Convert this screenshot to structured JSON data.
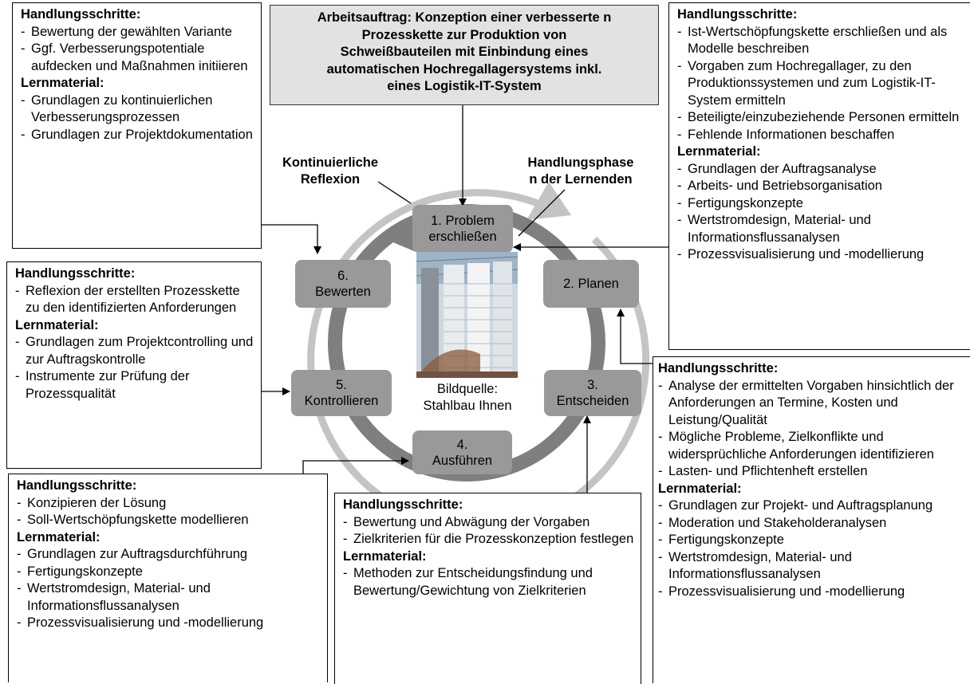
{
  "task": {
    "lines": [
      "Arbeitsauftrag: Konzeption einer verbesserte n",
      "Prozesskette zur Produktion von",
      "Schweißbauteilen mit Einbindung eines",
      "automatischen  Hochregallagersystems inkl.",
      "eines Logistik-IT-System"
    ]
  },
  "labels": {
    "reflexion": [
      "Kontinuierliche",
      "Reflexion"
    ],
    "handlungsphasen": [
      "Handlungsphase",
      "n der Lernenden"
    ]
  },
  "phases": [
    {
      "num": "1. Problem",
      "name": "erschließen"
    },
    {
      "num": "2. Planen",
      "name": ""
    },
    {
      "num": "3.",
      "name": "Entscheiden"
    },
    {
      "num": "4.",
      "name": "Ausführen"
    },
    {
      "num": "5.",
      "name": "Kontrollieren"
    },
    {
      "num": "6.",
      "name": "Bewerten"
    }
  ],
  "photo_caption": [
    "Bildquelle:",
    "Stahlbau Ihnen"
  ],
  "colors": {
    "phase_fill": "#999999",
    "ring": "#bfbfbf",
    "ring_dark": "#7f7f7f",
    "task_fill": "#e2e2e2"
  },
  "boxes": {
    "top_left": {
      "h1": "Handlungsschritte:",
      "steps": [
        "Bewertung der gewählten Variante",
        "Ggf. Verbesserungspotentiale aufdecken und Maßnahmen initiieren"
      ],
      "h2": "Lernmaterial:",
      "materials": [
        "Grundlagen zu kontinuierlichen Verbesserungsprozessen",
        "Grundlagen zur Projektdokumentation"
      ]
    },
    "mid_left": {
      "h1": "Handlungsschritte:",
      "steps": [
        "Reflexion der erstellten Prozesskette zu den identifizierten Anforderungen"
      ],
      "h2": "Lernmaterial:",
      "materials": [
        "Grundlagen zum Projektcontrolling und zur Auftragskontrolle",
        "Instrumente zur Prüfung der Prozessqualität"
      ]
    },
    "bottom_left": {
      "h1": "Handlungsschritte:",
      "steps": [
        "Konzipieren der Lösung",
        "Soll-Wertschöpfungskette modellieren"
      ],
      "h2": "Lernmaterial:",
      "materials": [
        "Grundlagen zur Auftragsdurchführung",
        "Fertigungskonzepte",
        "Wertstromdesign, Material- und Informationsflussanalysen",
        "Prozessvisualisierung und -modellierung"
      ]
    },
    "bottom_mid": {
      "h1": "Handlungsschritte:",
      "steps": [
        "Bewertung und Abwägung der Vorgaben",
        "Zielkriterien für die Prozesskonzeption festlegen"
      ],
      "h2": "Lernmaterial:",
      "materials": [
        "Methoden zur Entscheidungsfindung und Bewertung/Gewichtung von Zielkriterien"
      ]
    },
    "top_right": {
      "h1": "Handlungsschritte:",
      "steps": [
        "Ist-Wertschöpfungskette erschließen und als Modelle beschreiben",
        "Vorgaben zum Hochregallager, zu den Produktionssystemen und zum Logistik-IT-System ermitteln",
        "Beteiligte/einzubeziehende Personen ermitteln",
        "Fehlende Informationen beschaffen"
      ],
      "h2": "Lernmaterial:",
      "materials": [
        "Grundlagen der Auftragsanalyse",
        "Arbeits- und Betriebsorganisation",
        "Fertigungskonzepte",
        "Wertstromdesign, Material- und Informationsflussanalysen",
        "Prozessvisualisierung und -modellierung"
      ]
    },
    "bottom_right": {
      "h1": "Handlungsschritte:",
      "steps": [
        "Analyse der ermittelten Vorgaben hinsichtlich der Anforderungen an Termine, Kosten und Leistung/Qualität",
        "Mögliche Probleme, Zielkonflikte und widersprüchliche Anforderungen identifizieren",
        "Lasten- und Pflichtenheft erstellen"
      ],
      "h2": "Lernmaterial:",
      "materials": [
        "Grundlagen zur Projekt- und Auftragsplanung",
        "Moderation und Stakeholderanalysen",
        "Fertigungskonzepte",
        "Wertstromdesign, Material- und Informationsflussanalysen",
        "Prozessvisualisierung und -modellierung"
      ]
    }
  }
}
